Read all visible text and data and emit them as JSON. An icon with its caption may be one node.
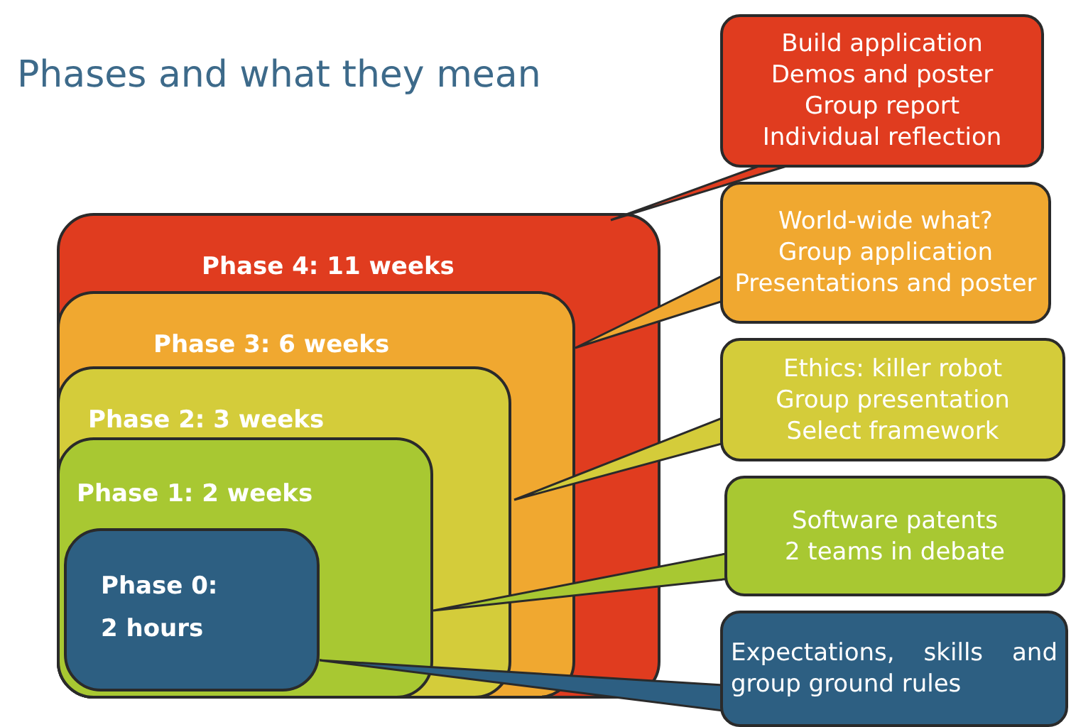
{
  "diagram": {
    "title": "Phases and what they mean",
    "nodes": [
      {
        "text": [
          "Phase 4:  11 weeks"
        ]
      },
      {
        "text": [
          "Phase 3:  6 weeks"
        ],
        "in": 0
      },
      {
        "text": [
          "Phase 2:  3 weeks"
        ],
        "in": 1
      },
      {
        "text": [
          "Phase 1:  2 weeks"
        ],
        "in": 2
      },
      {
        "text": [
          "Phase 0: 2 hours"
        ],
        "in": 3
      },
      {
        "text": [
          "Build application",
          "Demos and poster",
          "Group report",
          "Individual reflection"
        ]
      },
      {
        "text": [
          "World-wide what?",
          "Group application",
          "Presentations and poster"
        ]
      },
      {
        "text": [
          "Ethics: killer robot",
          "Group presentation",
          "Select framework"
        ]
      },
      {
        "text": [
          "Software patents",
          "2 teams in debate"
        ]
      },
      {
        "text": [
          "Expectations, skills and group ground rules"
        ]
      }
    ],
    "edges": [
      {
        "from": 5,
        "to": 0,
        "arrow": "none"
      },
      {
        "from": 6,
        "to": 1,
        "arrow": "none"
      },
      {
        "from": 7,
        "to": 2,
        "arrow": "none"
      },
      {
        "from": 8,
        "to": 3,
        "arrow": "none"
      },
      {
        "from": 9,
        "to": 4,
        "arrow": "none"
      }
    ]
  }
}
